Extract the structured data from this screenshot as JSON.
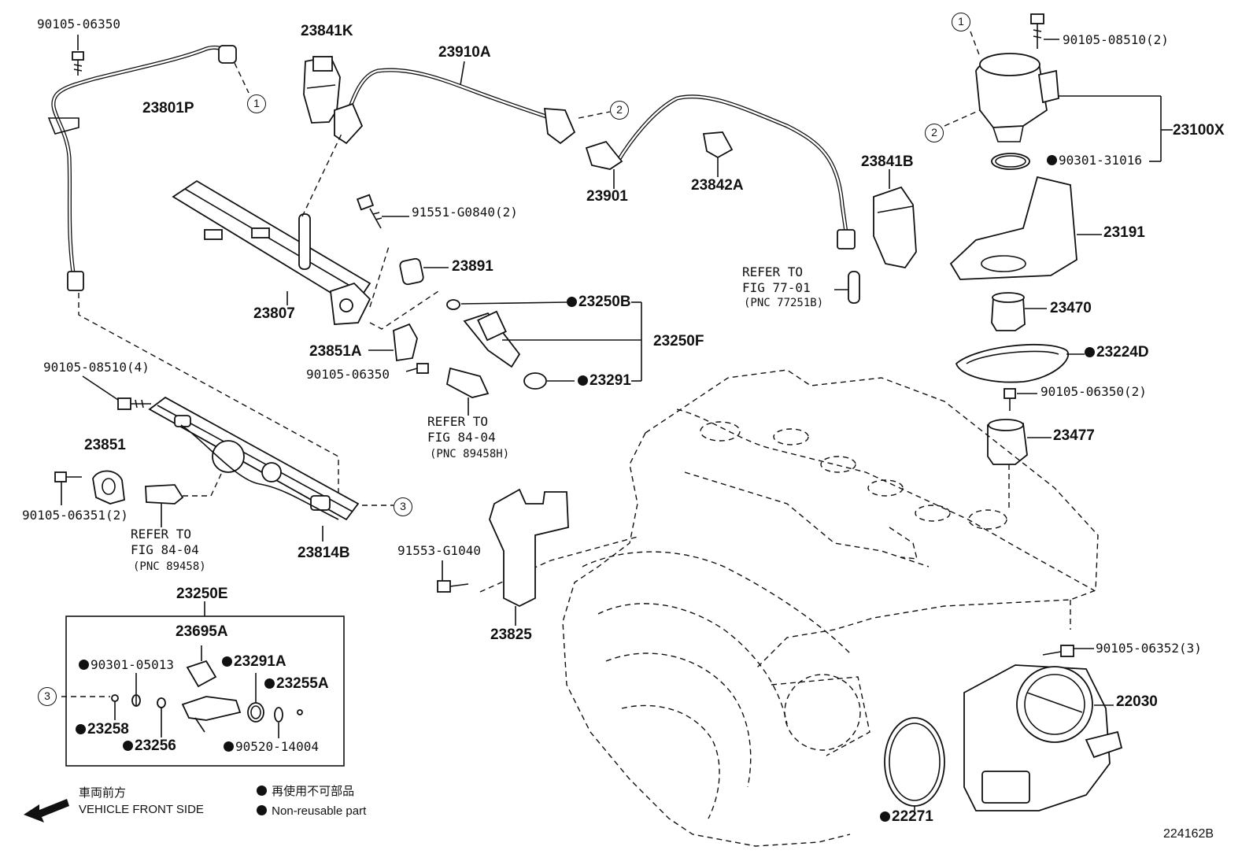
{
  "diagram_id": "224162B",
  "labels": {
    "p90105_06350_top": "90105-06350",
    "p23841K": "23841K",
    "p23910A": "23910A",
    "p90105_08510_2": "90105-08510(2)",
    "p23801P": "23801P",
    "p23100X": "23100X",
    "p90301_31016": "90301-31016",
    "p23901": "23901",
    "p23842A": "23842A",
    "p23841B": "23841B",
    "p91551_G0840": "91551-G0840(2)",
    "p23191": "23191",
    "p23891": "23891",
    "p23807": "23807",
    "p23250B": "23250B",
    "p23470": "23470",
    "p23250F": "23250F",
    "p23851A": "23851A",
    "p23224D": "23224D",
    "p90105_06350_mid": "90105-06350",
    "p23291": "23291",
    "p90105_08510_4": "90105-08510(4)",
    "p90105_06350_2": "90105-06350(2)",
    "p23477": "23477",
    "p23851": "23851",
    "p90105_06351": "90105-06351(2)",
    "p23814B": "23814B",
    "p91553_G1040": "91553-G1040",
    "p23250E": "23250E",
    "p23695A": "23695A",
    "p90301_05013": "90301-05013",
    "p23291A": "23291A",
    "p23255A": "23255A",
    "p23258": "23258",
    "p23256": "23256",
    "p90520_14004": "90520-14004",
    "p23825": "23825",
    "p90105_06352": "90105-06352(3)",
    "p22030": "22030",
    "p22271": "22271"
  },
  "refs": {
    "ref77_1": "REFER TO",
    "ref77_2": "FIG 77-01",
    "ref77_3": "(PNC 77251B)",
    "ref84a_1": "REFER TO",
    "ref84a_2": "FIG 84-04",
    "ref84a_3": "(PNC 89458H)",
    "ref84b_1": "REFER TO",
    "ref84b_2": "FIG 84-04",
    "ref84b_3": "(PNC 89458)"
  },
  "callouts": {
    "c1": "1",
    "c2": "2",
    "c3": "3"
  },
  "legend": {
    "front_jp": "車両前方",
    "front_en": "VEHICLE FRONT SIDE",
    "nonreuse_jp": "再使用不可部品",
    "nonreuse_en": "Non-reusable part"
  }
}
